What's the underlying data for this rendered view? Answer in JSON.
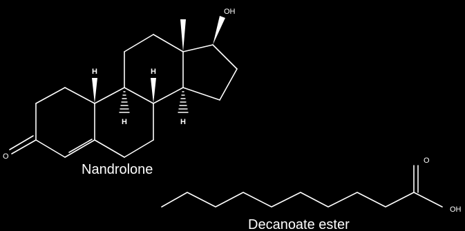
{
  "molecules": [
    {
      "name": "Nandrolone",
      "atoms": {
        "oh": "OH",
        "ketone_o": "O",
        "h_c10": "H",
        "h_c9": "H",
        "h_c8": "H",
        "h_c14": "H"
      }
    },
    {
      "name": "Decanoate ester",
      "atoms": {
        "acid_o": "O",
        "acid_oh": "OH"
      }
    }
  ]
}
